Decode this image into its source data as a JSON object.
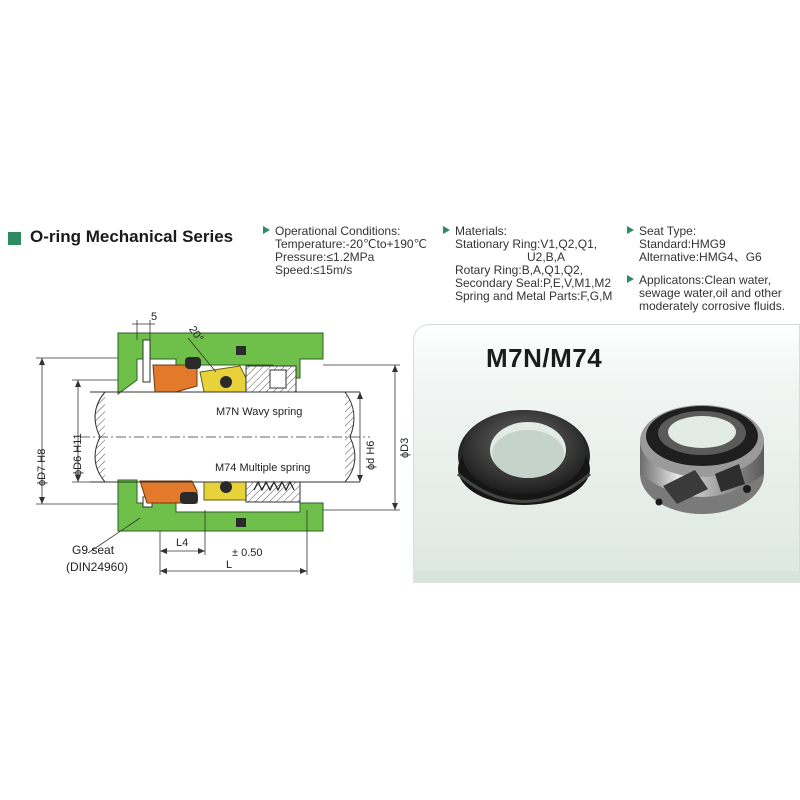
{
  "header": {
    "title": "O-ring Mechanical Series",
    "accent_color": "#2f8a5f"
  },
  "specs": {
    "operational": {
      "heading": "Operational Conditions:",
      "temperature": "Temperature:-20℃to+190℃",
      "pressure": "Pressure:≤1.2MPa",
      "speed": "Speed:≤15m/s"
    },
    "materials": {
      "heading": "Materials:",
      "stationary_ring": "Stationary Ring:V1,Q2,Q1,",
      "stationary_ring_cont": "U2,B,A",
      "rotary_ring": "Rotary Ring:B,A,Q1,Q2,",
      "secondary_seal": "Secondary Seal:P,E,V,M1,M2",
      "spring_metal": "Spring and Metal Parts:F,G,M"
    },
    "seat": {
      "heading": "Seat Type:",
      "standard": "Standard:HMG9",
      "alternative": "Alternative:HMG4、G6"
    },
    "applications": {
      "line1": "Applicatons:Clean water,",
      "line2": "sewage water,oil and other",
      "line3": "moderately corrosive fluids."
    }
  },
  "diagram": {
    "label_5": "5",
    "label_20": "20°",
    "label_d7": "ϕD7 H8",
    "label_d6": "ϕD6 H11",
    "label_d": "ϕd H6",
    "label_d3": "ϕD3",
    "label_m7n": "M7N  Wavy spring",
    "label_m74": "M74 Multiple spring",
    "label_g9": "G9 seat",
    "label_din": "(DIN24960)",
    "label_l4": "L4",
    "label_tol": "± 0.50",
    "label_l": "L",
    "colors": {
      "housing": "#6fc04a",
      "seat": "#e3792a",
      "spring": "#e8d23a"
    }
  },
  "product": {
    "title": "M7N/M74"
  }
}
